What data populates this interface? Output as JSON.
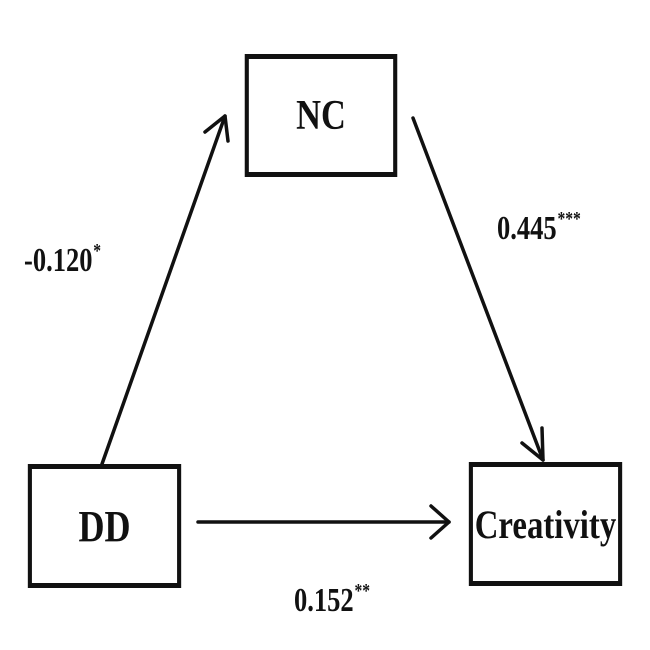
{
  "diagram": {
    "type": "mediation-model",
    "nodes": [
      {
        "id": "NC",
        "label": "NC"
      },
      {
        "id": "DD",
        "label": "DD"
      },
      {
        "id": "Creativity",
        "label": "Creativity"
      }
    ],
    "edges": [
      {
        "from": "DD",
        "to": "NC",
        "coefficient": "-0.120",
        "significance": "*"
      },
      {
        "from": "NC",
        "to": "Creativity",
        "coefficient": "0.445",
        "significance": "***"
      },
      {
        "from": "DD",
        "to": "Creativity",
        "coefficient": "0.152",
        "significance": "**"
      }
    ],
    "colors": {
      "stroke": "#111111",
      "background": "#ffffff"
    }
  }
}
